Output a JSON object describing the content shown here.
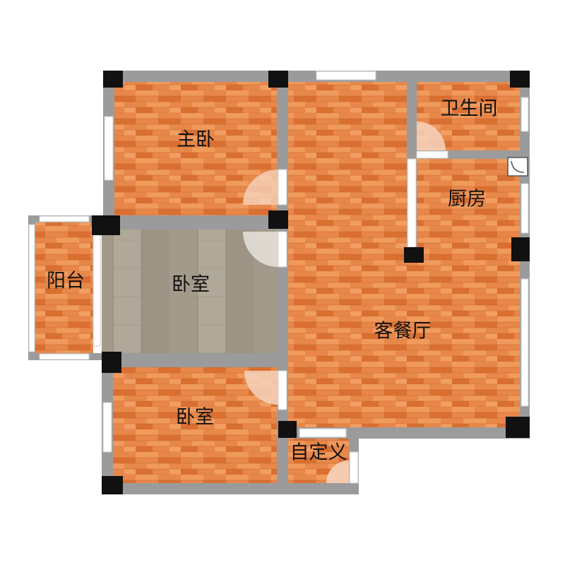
{
  "floorplan": {
    "colors": {
      "wood": "#e8874a",
      "wood_dark": "#d96f31",
      "wood_light": "#f09a5c",
      "grey_wood": "#a8a092",
      "grey_wood_dark": "#948b7c",
      "wall": "#9b9b9b",
      "pillar": "#111111",
      "window": "#ffffff",
      "door_arc": "#f6d3bd"
    },
    "rooms": {
      "master_bedroom": {
        "label": "主卧"
      },
      "bedroom_middle": {
        "label": "卧室"
      },
      "bedroom_bottom": {
        "label": "卧室"
      },
      "balcony": {
        "label": "阳台"
      },
      "living_dining": {
        "label": "客餐厅"
      },
      "bathroom": {
        "label": "卫生间"
      },
      "kitchen": {
        "label": "厨房"
      },
      "custom": {
        "label": "自定义"
      }
    }
  }
}
